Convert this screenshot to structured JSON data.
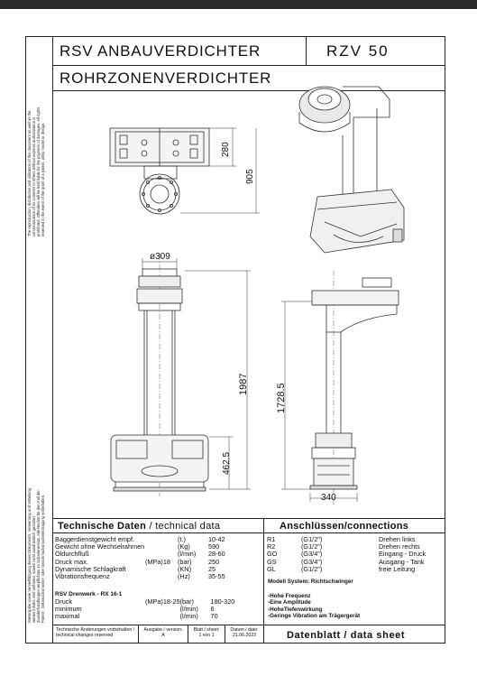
{
  "header": {
    "title_left": "RSV ANBAUVERDICHTER",
    "title_right": "RZV 50",
    "subtitle": "ROHRZONENVERDICHTER"
  },
  "disclaimer_en": [
    "The reproduction, distribution and utilization of this document as well as the",
    "communication of its contents to others without express authorization is",
    "prohibited. Offenders will be held liable for the payment of damages. All rights",
    "reserved in the event of the grant of a patent, utility model or design."
  ],
  "disclaimer_de": [
    "Weitergabe sowie Vervielfältigung dieses Dokuments, Verwertung und Mitteilung",
    "seines Inhalts sind verboten, soweit nicht ausdrücklich gestattet.",
    "Zuwiderhandlungen verpflichten zu Schadenersatz. Alle Rechte für den Fall der",
    "Patent-, Gebrauchsmuster- oder Geschmacksmustereintragung vorbehalten."
  ],
  "dimensions": {
    "d280": "280",
    "d905": "905",
    "d309": "ø309",
    "d1987": "1987",
    "d4625": "462.5",
    "d17285": "1728.5",
    "d340": "340"
  },
  "technical": {
    "heading_de": "Technische Daten",
    "heading_sep": "/",
    "heading_en": "technical data",
    "rows": [
      {
        "label": "Baggerdienstgewicht empf.",
        "mid": "",
        "unit": "(t.)",
        "value": "10-42"
      },
      {
        "label": "Gewicht ohne Wechselrahmen",
        "mid": "",
        "unit": "(Kg)",
        "value": "590"
      },
      {
        "label": "Öldurchfluß",
        "mid": "",
        "unit": "(l/min)",
        "value": "28-60"
      },
      {
        "label": "Druck max.",
        "mid": "(MPa)18",
        "unit": "(bar)",
        "value": "250"
      },
      {
        "label": "Dynamische Schlagkraft",
        "mid": "",
        "unit": "(KN)",
        "value": "25"
      },
      {
        "label": "Vibrationsfrequenz",
        "mid": "",
        "unit": "(Hz)",
        "value": "35-55"
      }
    ],
    "drenwerk_title": "RSV Drenwerk - RX 16-1",
    "drenwerk_rows": [
      {
        "label": "Druck",
        "mid": "(MPa)18-25",
        "unit": "(bar)",
        "value": "180-320"
      },
      {
        "label": "minimum",
        "mid": "",
        "unit": "(l/min)",
        "value": "6"
      },
      {
        "label": "maximal",
        "mid": "",
        "unit": "(l/min)",
        "value": "70"
      }
    ]
  },
  "connections": {
    "heading": "Anschlüssen/connections",
    "rows": [
      {
        "code": "R1",
        "size": "(G1/2\")",
        "desc": "Drehen links"
      },
      {
        "code": "R2",
        "size": "(G1/2\")",
        "desc": "Drehen rechts"
      },
      {
        "code": "GO",
        "size": "(G3/4\")",
        "desc": "Eingang - Druck"
      },
      {
        "code": "GS",
        "size": "(G3/4\")",
        "desc": "Ausgang - Tank"
      },
      {
        "code": "GL",
        "size": "(G1/2\")",
        "desc": "freie Leitung"
      }
    ],
    "model_system": "Modell System: Richtschwinger",
    "features": [
      "-Hohe Frequenz",
      "-Eine Amplitude",
      "-HoheTiefenwirkung",
      "-Geringe Vibration am Trägergerät"
    ]
  },
  "footer": {
    "changes_de": "Technische Änderungen vorbehalten /",
    "changes_en": "technical changes reserved",
    "issue_label": "Ausgabe / version:",
    "issue_value": "A",
    "sheet_label": "Blatt / sheet:",
    "sheet_value": "1 von 1",
    "date_label": "Datum / date:",
    "date_value": "21.06.2023",
    "datasheet": "Datenblatt / data sheet"
  }
}
